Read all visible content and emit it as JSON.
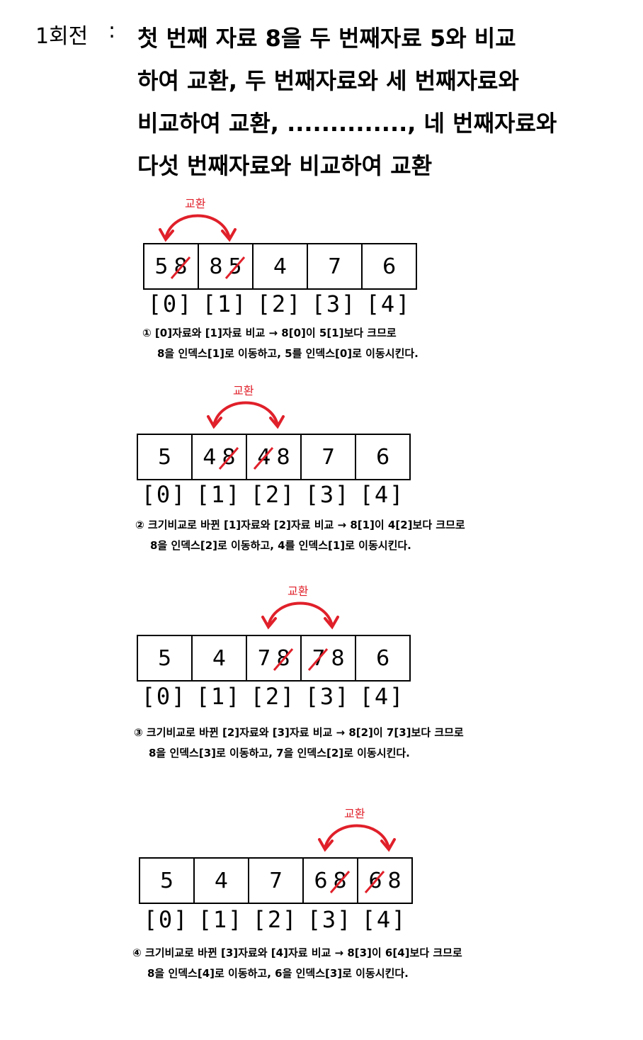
{
  "heading": {
    "label": "1회전",
    "colon": ":",
    "lines": [
      "첫 번째 자료 8을 두 번째자료 5와 비교",
      "하여 교환, 두 번째자료와 세 번째자료와",
      "비교하여 교환, .............., 네 번째자료와",
      "다섯 번째자료와 비교하여 교환"
    ]
  },
  "swap_label": "교환",
  "colors": {
    "accent": "#e0202a",
    "border": "#000000"
  },
  "indices": [
    "[0]",
    "[1]",
    "[2]",
    "[3]",
    "[4]"
  ],
  "steps": [
    {
      "cells": [
        {
          "parts": [
            "5",
            "8"
          ],
          "struck": 1
        },
        {
          "parts": [
            "8",
            "5"
          ],
          "struck": 1
        },
        {
          "parts": [
            "4"
          ]
        },
        {
          "parts": [
            "7"
          ]
        },
        {
          "parts": [
            "6"
          ]
        }
      ],
      "caption_1": "① [0]자료와 [1]자료 비교 → 8[0]이 5[1]보다 크므로",
      "caption_2": "8을 인덱스[1]로 이동하고, 5를 인덱스[0]로 이동시킨다."
    },
    {
      "cells": [
        {
          "parts": [
            "5"
          ]
        },
        {
          "parts": [
            "4",
            "8"
          ],
          "struck": 1
        },
        {
          "parts": [
            "4",
            "8"
          ],
          "struck": 0
        },
        {
          "parts": [
            "7"
          ]
        },
        {
          "parts": [
            "6"
          ]
        }
      ],
      "caption_1": "② 크기비교로 바뀐 [1]자료와 [2]자료 비교 → 8[1]이 4[2]보다 크므로",
      "caption_2": "8을 인덱스[2]로 이동하고, 4를 인덱스[1]로 이동시킨다."
    },
    {
      "cells": [
        {
          "parts": [
            "5"
          ]
        },
        {
          "parts": [
            "4"
          ]
        },
        {
          "parts": [
            "7",
            "8"
          ],
          "struck": 1
        },
        {
          "parts": [
            "7",
            "8"
          ],
          "struck": 0
        },
        {
          "parts": [
            "6"
          ]
        }
      ],
      "caption_1": "③ 크기비교로 바뀐 [2]자료와 [3]자료 비교 → 8[2]이 7[3]보다 크므로",
      "caption_2": "8을 인덱스[3]로 이동하고, 7을 인덱스[2]로 이동시킨다."
    },
    {
      "cells": [
        {
          "parts": [
            "5"
          ]
        },
        {
          "parts": [
            "4"
          ]
        },
        {
          "parts": [
            "7"
          ]
        },
        {
          "parts": [
            "6",
            "8"
          ],
          "struck": 1
        },
        {
          "parts": [
            "6",
            "8"
          ],
          "struck": 0
        }
      ],
      "caption_1": "④ 크기비교로 바뀐 [3]자료와 [4]자료 비교 → 8[3]이 6[4]보다 크므로",
      "caption_2": "8을 인덱스[4]로 이동하고, 6을 인덱스[3]로 이동시킨다."
    }
  ]
}
